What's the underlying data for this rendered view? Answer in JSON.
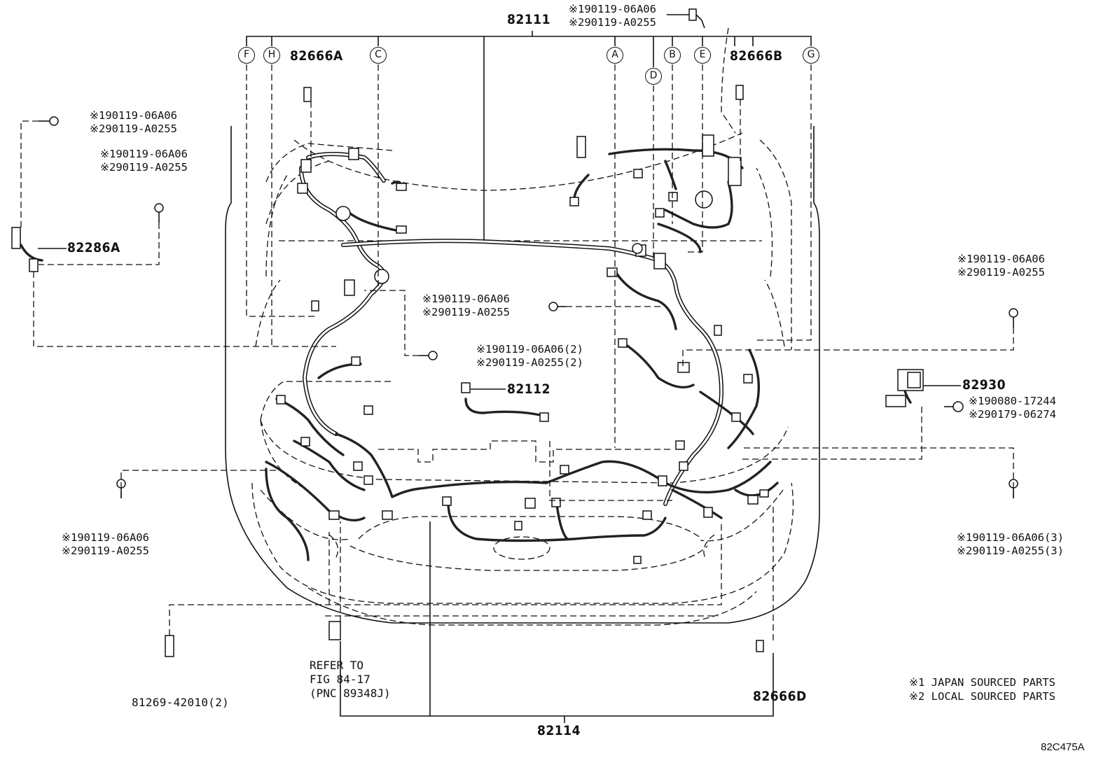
{
  "figure_code": "82C475A",
  "callouts": {
    "c82111": "82111",
    "c82666A": "82666A",
    "c82666B": "82666B",
    "c82286A": "82286A",
    "c82112": "82112",
    "c82930": "82930",
    "c82114": "82114",
    "c82666D": "82666D",
    "c81269": "81269-42010(2)"
  },
  "circle_letters": [
    "F",
    "H",
    "C",
    "A",
    "D",
    "B",
    "E",
    "G"
  ],
  "bolt_notes": {
    "top_center": [
      "※190119-06A06",
      "※290119-A0255"
    ],
    "left_upper": [
      "※190119-06A06",
      "※290119-A0255"
    ],
    "left_second": [
      "※190119-06A06",
      "※290119-A0255"
    ],
    "center_one": [
      "※190119-06A06",
      "※290119-A0255"
    ],
    "center_two": [
      "※190119-06A06(2)",
      "※290119-A0255(2)"
    ],
    "right_upper": [
      "※190119-06A06",
      "※290119-A0255"
    ],
    "right_82930": [
      "※190080-17244",
      "※290179-06274"
    ],
    "left_lower": [
      "※190119-06A06",
      "※290119-A0255"
    ],
    "right_lower": [
      "※190119-06A06(3)",
      "※290119-A0255(3)"
    ]
  },
  "refer_note": [
    "REFER TO",
    "FIG 84-17",
    "(PNC 89348J)"
  ],
  "legend": [
    "※1 JAPAN SOURCED PARTS",
    "※2 LOCAL SOURCED PARTS"
  ]
}
